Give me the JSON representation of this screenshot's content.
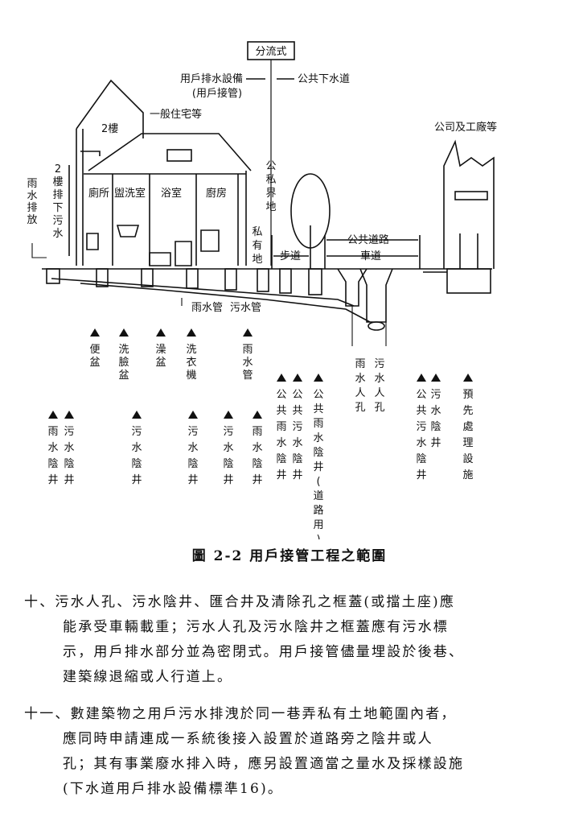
{
  "diagram": {
    "system_type": "分流式",
    "user_side": "用戶排水設備",
    "user_side_sub": "(用戶接管)",
    "public_side": "公共下水道",
    "house_label": "一般住宅等",
    "floor2": "2樓",
    "rain_discharge": "雨水排放",
    "floor2_sewage": "2樓排下污水",
    "rooms": [
      "廁所",
      "盥洗室",
      "浴室",
      "廚房"
    ],
    "boundary": "公私界地",
    "private_land": "私有地",
    "public_road": "公共道路",
    "sidewalk": "步道",
    "roadway": "車道",
    "factory": "公司及工廠等",
    "pipe_rain": "雨水管",
    "pipe_sewage": "污水管",
    "fixtures": [
      "便盆",
      "洗臉盆",
      "澡盆",
      "洗衣機",
      "雨水管"
    ],
    "manholes": [
      "雨水人孔",
      "污水人孔"
    ],
    "public_items": [
      "公共雨水陰井",
      "公共污水陰井",
      "公共雨水陰井(道路用)"
    ],
    "bottom_items": [
      "雨水陰井",
      "污水陰井",
      "污水陰井",
      "污水陰井",
      "污水陰井",
      "雨水陰井"
    ],
    "factory_items": [
      "公共污水陰井",
      "污水陰井",
      "預先處理設施"
    ]
  },
  "caption": "圖 2-2 用戶接管工程之範圍",
  "paragraphs": [
    {
      "lines": [
        "十、污水人孔、污水陰井、匯合井及清除孔之框蓋(或擋土座)應",
        "能承受車輛載重；污水人孔及污水陰井之框蓋應有污水標",
        "示，用戶排水部分並為密閉式。用戶接管儘量埋設於後巷、",
        "建築線退縮或人行道上。"
      ]
    },
    {
      "lines": [
        "十一、數建築物之用戶污水排洩於同一巷弄私有土地範圍內者，",
        "應同時申請連成一系統後接入設置於道路旁之陰井或人",
        "孔；其有事業廢水排入時，應另設置適當之量水及採樣設施",
        "(下水道用戶排水設備標準16)。"
      ]
    }
  ]
}
